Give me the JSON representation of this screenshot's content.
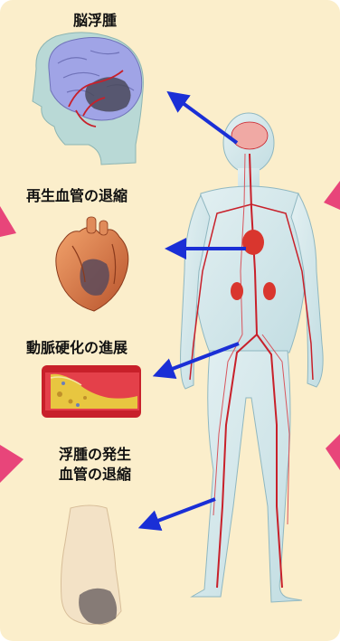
{
  "labels": {
    "brain_edema": "脳浮腫",
    "vessel_regression": "再生血管の退縮",
    "atherosclerosis": "動脈硬化の進展",
    "edema_line1": "浮腫の発生",
    "edema_line2": "血管の退縮"
  },
  "colors": {
    "background": "#fbeecb",
    "arrow": "#1a2fd6",
    "pink_marker": "#e8457a",
    "vessel": "#c8202a"
  },
  "icons": [
    "brain-icon",
    "heart-icon",
    "artery-icon",
    "foot-icon",
    "human-body-icon"
  ]
}
